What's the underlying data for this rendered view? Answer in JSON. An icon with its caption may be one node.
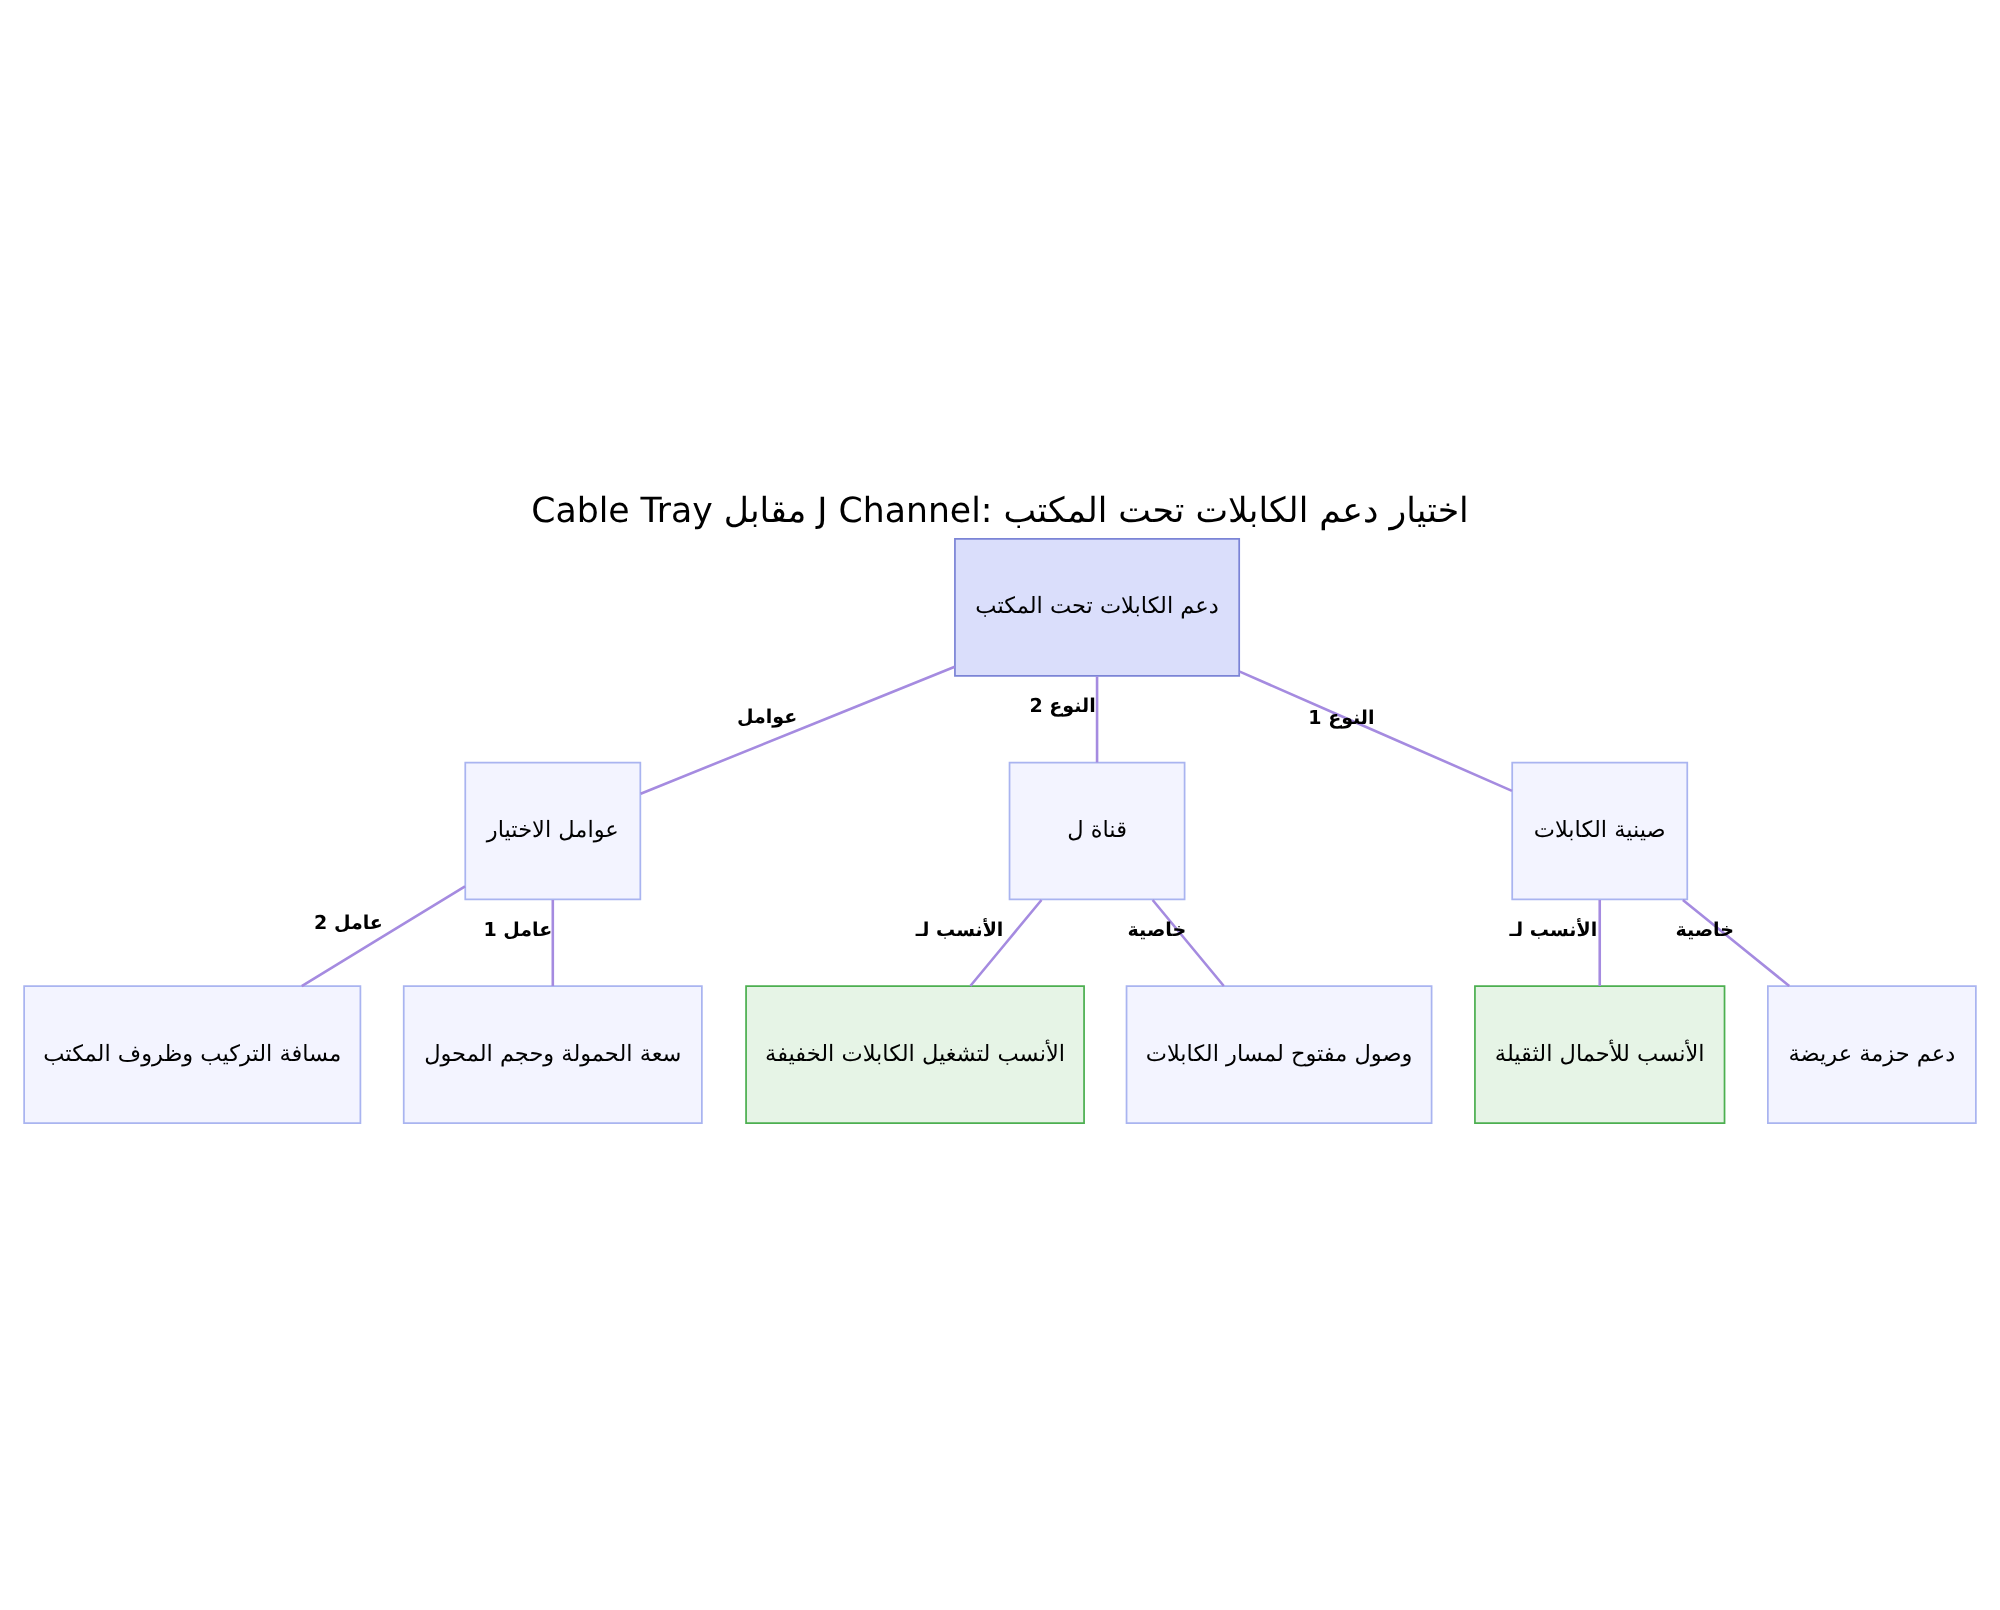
{
  "diagram": {
    "title": "Cable Tray مقابل J Channel: اختيار دعم الكابلات تحت المكتب",
    "nodes": [
      {
        "text": [
          "دعم الكابلات تحت المكتب"
        ]
      },
      {
        "text": [
          "صينية الكابلات"
        ]
      },
      {
        "text": [
          "قناة ل"
        ]
      },
      {
        "text": [
          "عوامل الاختيار"
        ]
      },
      {
        "text": [
          "دعم حزمة عريضة"
        ]
      },
      {
        "text": [
          "الأنسب للأحمال الثقيلة"
        ]
      },
      {
        "text": [
          "وصول مفتوح لمسار الكابلات"
        ]
      },
      {
        "text": [
          "الأنسب لتشغيل الكابلات الخفيفة"
        ]
      },
      {
        "text": [
          "سعة الحمولة وحجم المحول"
        ]
      },
      {
        "text": [
          "مسافة التركيب وظروف المكتب"
        ]
      }
    ],
    "edges": [
      {
        "from": 0,
        "to": 1,
        "arrow": "none",
        "label": "النوع 1"
      },
      {
        "from": 0,
        "to": 2,
        "arrow": "none",
        "label": "النوع 2"
      },
      {
        "from": 0,
        "to": 3,
        "arrow": "none",
        "label": "عوامل"
      },
      {
        "from": 1,
        "to": 4,
        "arrow": "none",
        "label": "خاصية"
      },
      {
        "from": 1,
        "to": 5,
        "arrow": "none",
        "label": "الأنسب لـ"
      },
      {
        "from": 2,
        "to": 6,
        "arrow": "none",
        "label": "خاصية"
      },
      {
        "from": 2,
        "to": 7,
        "arrow": "none",
        "label": "الأنسب لـ"
      },
      {
        "from": 3,
        "to": 8,
        "arrow": "none",
        "label": "عامل 1"
      },
      {
        "from": 3,
        "to": 9,
        "arrow": "none",
        "label": "عامل 2"
      }
    ]
  }
}
